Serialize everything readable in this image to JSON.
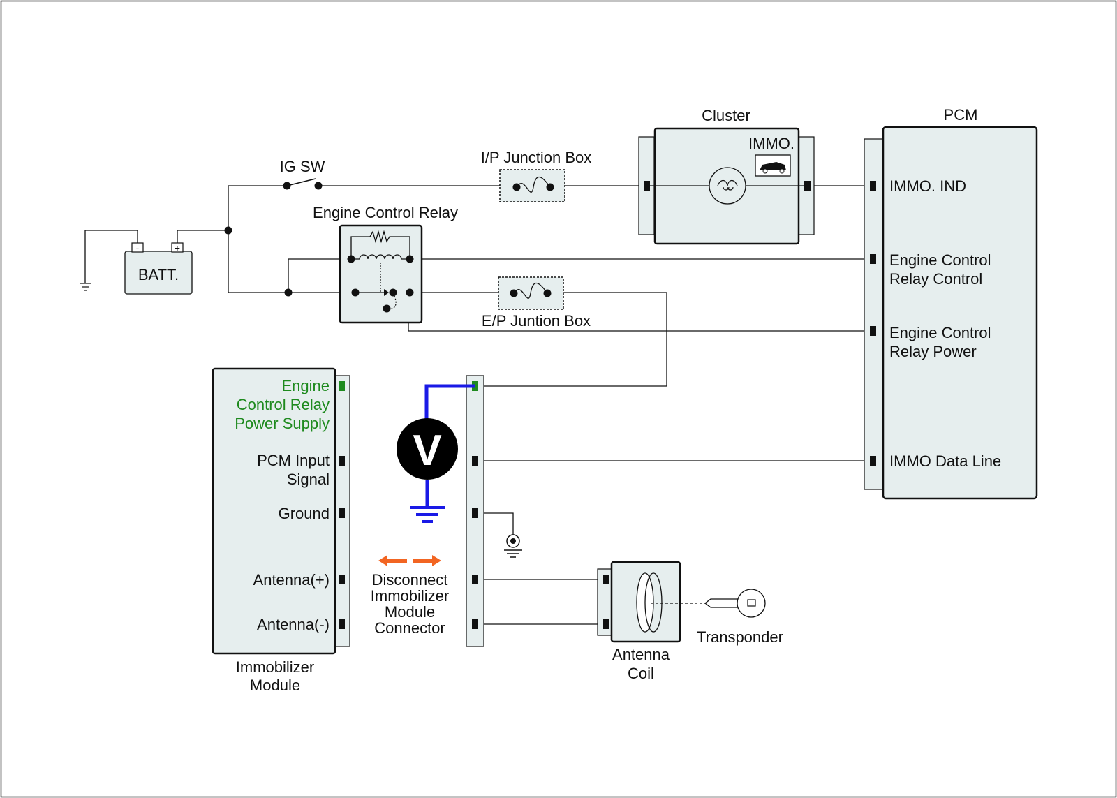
{
  "labels": {
    "cluster": "Cluster",
    "pcm": "PCM",
    "immo": "IMMO.",
    "ig_sw": "IG SW",
    "ip_junction_box": "I/P Junction Box",
    "engine_control_relay": "Engine Control Relay",
    "ep_junction_box": "E/P Juntion Box",
    "batt": "BATT.",
    "batt_minus": "-",
    "batt_plus": "+",
    "voltmeter": "V",
    "transponder": "Transponder",
    "antenna_coil": [
      "Antenna",
      "Coil"
    ],
    "immobilizer_module": [
      "Immobilizer",
      "Module"
    ],
    "disconnect_note": [
      "Disconnect",
      "Immobilizer",
      "Module",
      "Connector"
    ]
  },
  "pcm_pins": [
    [
      "IMMO. IND"
    ],
    [
      "Engine Control",
      "Relay Control"
    ],
    [
      "Engine Control",
      "Relay Power"
    ],
    [
      "IMMO Data Line"
    ]
  ],
  "immobilizer_pins": [
    {
      "lines": [
        "Engine",
        "Control Relay",
        "Power Supply"
      ],
      "highlighted": true
    },
    {
      "lines": [
        "PCM Input",
        "Signal"
      ],
      "highlighted": false
    },
    {
      "lines": [
        "Ground"
      ],
      "highlighted": false
    },
    {
      "lines": [
        "Antenna(+)"
      ],
      "highlighted": false
    },
    {
      "lines": [
        "Antenna(-)"
      ],
      "highlighted": false
    }
  ],
  "colors": {
    "highlight_text": "#1e8a1e",
    "meter_lead": "#1a1ae6",
    "disconnect_arrows": "#f26522",
    "component_fill": "#e6eeee"
  }
}
